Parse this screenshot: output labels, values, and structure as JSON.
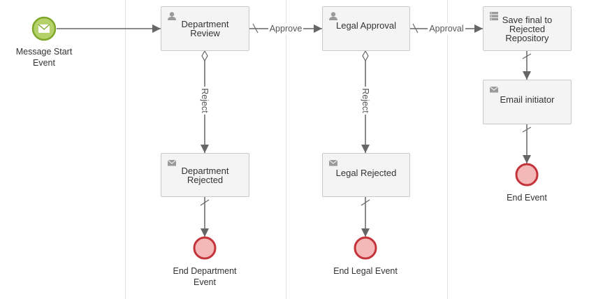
{
  "diagram": {
    "events": {
      "start": {
        "label": "Message Start Event"
      },
      "end_department": {
        "label": "End Department Event"
      },
      "end_legal": {
        "label": "End Legal Event"
      },
      "end": {
        "label": "End Event"
      }
    },
    "tasks": {
      "department_review": {
        "label": "Department Review",
        "icon": "user-icon"
      },
      "legal_approval": {
        "label": "Legal Approval",
        "icon": "user-icon"
      },
      "save_final": {
        "label": "Save final to Rejected Repository",
        "icon": "service-icon"
      },
      "email_initiator": {
        "label": "Email initiator",
        "icon": "mail-icon"
      },
      "department_rejected": {
        "label": "Department Rejected",
        "icon": "mail-icon"
      },
      "legal_rejected": {
        "label": "Legal Rejected",
        "icon": "mail-icon"
      }
    },
    "flows": {
      "approve": "Approve",
      "approval": "Approval",
      "reject_department": "Reject",
      "reject_legal": "Reject"
    },
    "colors": {
      "start_fill": "#b5d16a",
      "start_stroke": "#7fa82a",
      "end_fill": "#f5b8b8",
      "end_stroke": "#c4323a",
      "edge": "#666666",
      "task_fill": "#f4f4f4",
      "task_border": "#c9c9c9"
    }
  }
}
